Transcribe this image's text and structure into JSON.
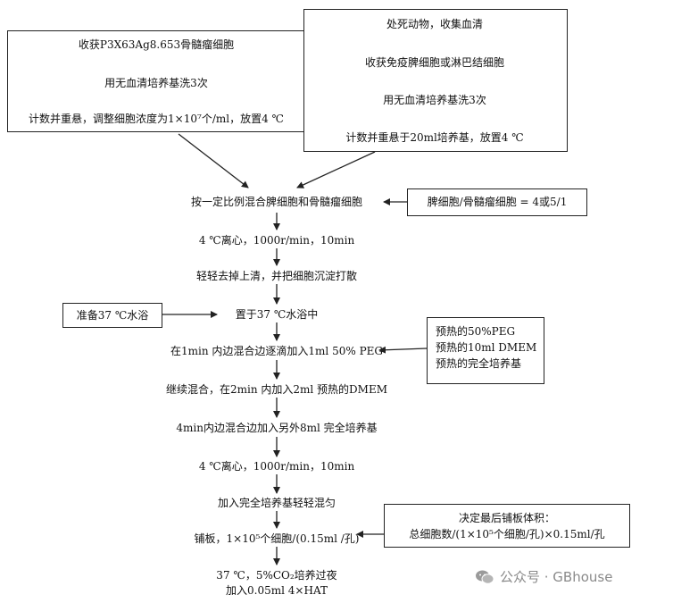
{
  "left_box": {
    "step1": "收获P3X63Ag8.653骨髓瘤细胞",
    "step2": "用无血清培养基洗3次",
    "step3": "计数并重悬，调整细胞浓度为1×10⁷个/ml，放置4 ℃"
  },
  "right_box": {
    "step1": "处死动物，收集血清",
    "step2": "收获免疫脾细胞或淋巴结细胞",
    "step3": "用无血清培养基洗3次",
    "step4": "计数并重悬于20ml培养基，放置4 ℃"
  },
  "main_steps": [
    "按一定比例混合脾细胞和骨髓瘤细胞",
    "4 ℃离心，1000r/min，10min",
    "轻轻去掉上清，并把细胞沉淀打散",
    "置于37 ℃水浴中",
    "在1min 内边混合边逐滴加入1ml 50% PEG",
    "继续混合，在2min 内加入2ml 预热的DMEM",
    "4min内边混合边加入另外8ml 完全培养基",
    "4 ℃离心，1000r/min，10min",
    "加入完全培养基轻轻混匀",
    "铺板，1×10⁵个细胞/(0.15ml /孔)",
    "37 ℃，5%CO₂培养过夜",
    "加入0.05ml 4×HAT"
  ],
  "side_notes": {
    "ratio": "脾细胞/骨髓瘤细胞 = 4或5/1",
    "water_bath": "准备37 ℃水浴",
    "prewarm": [
      "预热的50%PEG",
      "预热的10ml DMEM",
      "预热的完全培养基"
    ],
    "plate_volume_title": "决定最后铺板体积：",
    "plate_volume_formula": "总细胞数/(1×10⁵个细胞/孔)×0.15ml/孔"
  },
  "watermark": {
    "text": "公众号 · GBhouse",
    "icon": "wechat-icon"
  }
}
